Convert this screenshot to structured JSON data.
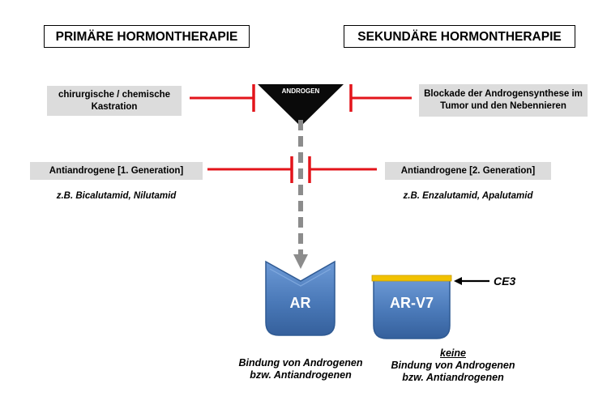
{
  "headers": {
    "primary": "PRIMÄRE HORMONTHERAPIE",
    "secondary": "SEKUNDÄRE HORMONTHERAPIE"
  },
  "androgen_label": "ANDROGEN",
  "left_boxes": {
    "castration": "chirurgische / chemische Kastration",
    "antiandrogen_1": "Antiandrogene  [1. Generation]",
    "example_1": "z.B. Bicalutamid, Nilutamid"
  },
  "right_boxes": {
    "blockade": "Blockade der Androgensynthese im Tumor und den Nebennieren",
    "antiandrogen_2": "Antiandrogene  [2. Generation]",
    "example_2": "z.B. Enzalutamid, Apalutamid"
  },
  "receptors": {
    "ar": {
      "label": "AR",
      "caption_line1": "Bindung von Androgenen",
      "caption_line2": "bzw. Antiandrogenen"
    },
    "arv7": {
      "label": "AR-V7",
      "ce3_label": "CE3",
      "caption_keine": "keine",
      "caption_line1": "Bindung von Androgenen",
      "caption_line2": "bzw. Antiandrogenen"
    }
  },
  "colors": {
    "inhibitor_red": "#e3141b",
    "arrow_gray": "#8c8c8c",
    "receptor_blue": "#4f7fbf",
    "ce3_yellow": "#f2c200",
    "box_gray": "#dcdcdc"
  }
}
